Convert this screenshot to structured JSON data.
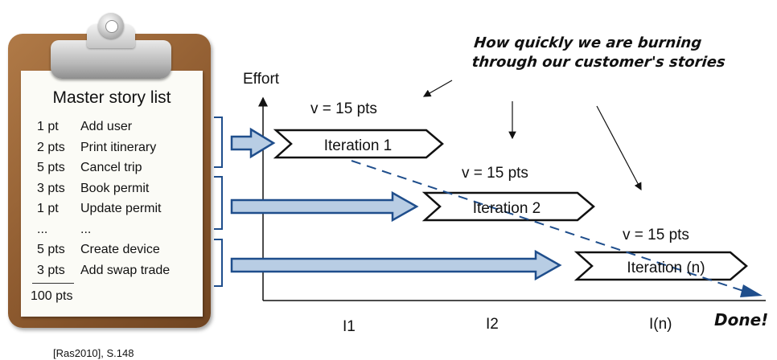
{
  "story_list": {
    "title": "Master story list",
    "items": [
      {
        "points": "1 pt",
        "story": "Add user"
      },
      {
        "points": "2 pts",
        "story": "Print itinerary"
      },
      {
        "points": "5 pts",
        "story": "Cancel trip"
      },
      {
        "points": "3 pts",
        "story": "Book permit"
      },
      {
        "points": "1 pt",
        "story": "Update permit"
      },
      {
        "points": "...",
        "story": "..."
      },
      {
        "points": "5 pts",
        "story": "Create device"
      },
      {
        "points": "3 pts",
        "story": "Add swap trade"
      }
    ],
    "total": "100 pts"
  },
  "diagram": {
    "y_axis_label": "Effort",
    "iterations": [
      {
        "label": "Iteration 1",
        "velocity": "v = 15 pts",
        "tick": "I1"
      },
      {
        "label": "Iteration 2",
        "velocity": "v = 15 pts",
        "tick": "I2"
      },
      {
        "label": "Iteration (n)",
        "velocity": "v = 15 pts",
        "tick": "I(n)"
      }
    ],
    "annotation_line1": "How quickly we are burning",
    "annotation_line2": "through our customer's stories",
    "done_label": "Done!",
    "colors": {
      "arrow_fill": "#b8cde4",
      "arrow_stroke": "#1f4e8c",
      "burn_line": "#1f4e8c",
      "bracket": "#1f4e8c"
    }
  },
  "citation": "[Ras2010], S.148"
}
